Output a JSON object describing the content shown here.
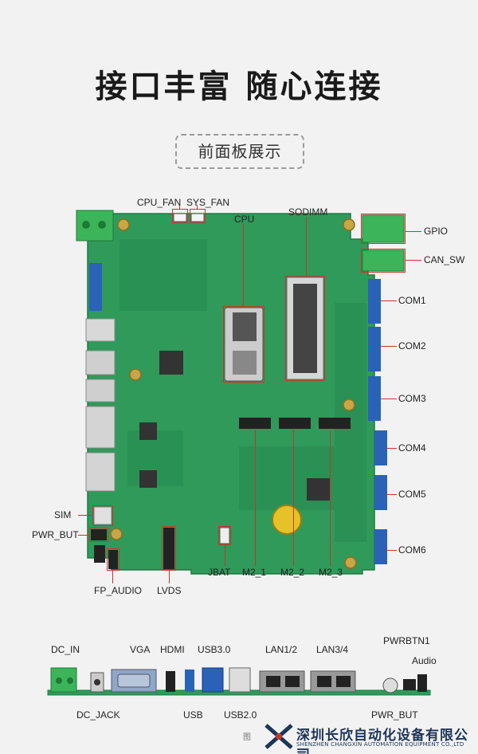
{
  "header": {
    "title": "接口丰富 随心连接",
    "subtitle": "前面板展示"
  },
  "board_labels": {
    "cpu_fan": "CPU_FAN",
    "sys_fan": "SYS_FAN",
    "cpu": "CPU",
    "sodimm": "SODIMM",
    "gpio": "GPIO",
    "can_sw": "CAN_SW",
    "com1": "COM1",
    "com2": "COM2",
    "com3": "COM3",
    "com4": "COM4",
    "com5": "COM5",
    "com6": "COM6",
    "sim": "SIM",
    "pwr_but": "PWR_BUT",
    "fp_audio": "FP_AUDIO",
    "lvds": "LVDS",
    "jbat": "JBAT",
    "m2_1": "M2_1",
    "m2_2": "M2_2",
    "m2_3": "M2_3"
  },
  "io_labels": {
    "dc_in": "DC_IN",
    "vga": "VGA",
    "hdmi": "HDMI",
    "usb30": "USB3.0",
    "lan12": "LAN1/2",
    "lan34": "LAN3/4",
    "pwrbtn1": "PWRBTN1",
    "audio": "Audio",
    "dc_jack": "DC_JACK",
    "usb": "USB",
    "usb20": "USB2.0",
    "pwr_but": "PWR_BUT"
  },
  "footer": {
    "company_cn": "深圳长欣自动化设备有限公司",
    "company_en": "SHENZHEN CHANGXIN AUTOMATION EQUIPMENT CO.,LTD",
    "brand_color": "#1d3557",
    "badge": "图"
  },
  "colors": {
    "pcb": "#2f9a5a",
    "pcb_dark": "#23804a",
    "callout": "#c0392b",
    "terminal": "#3cb55a",
    "com_blue": "#2a62b8"
  }
}
